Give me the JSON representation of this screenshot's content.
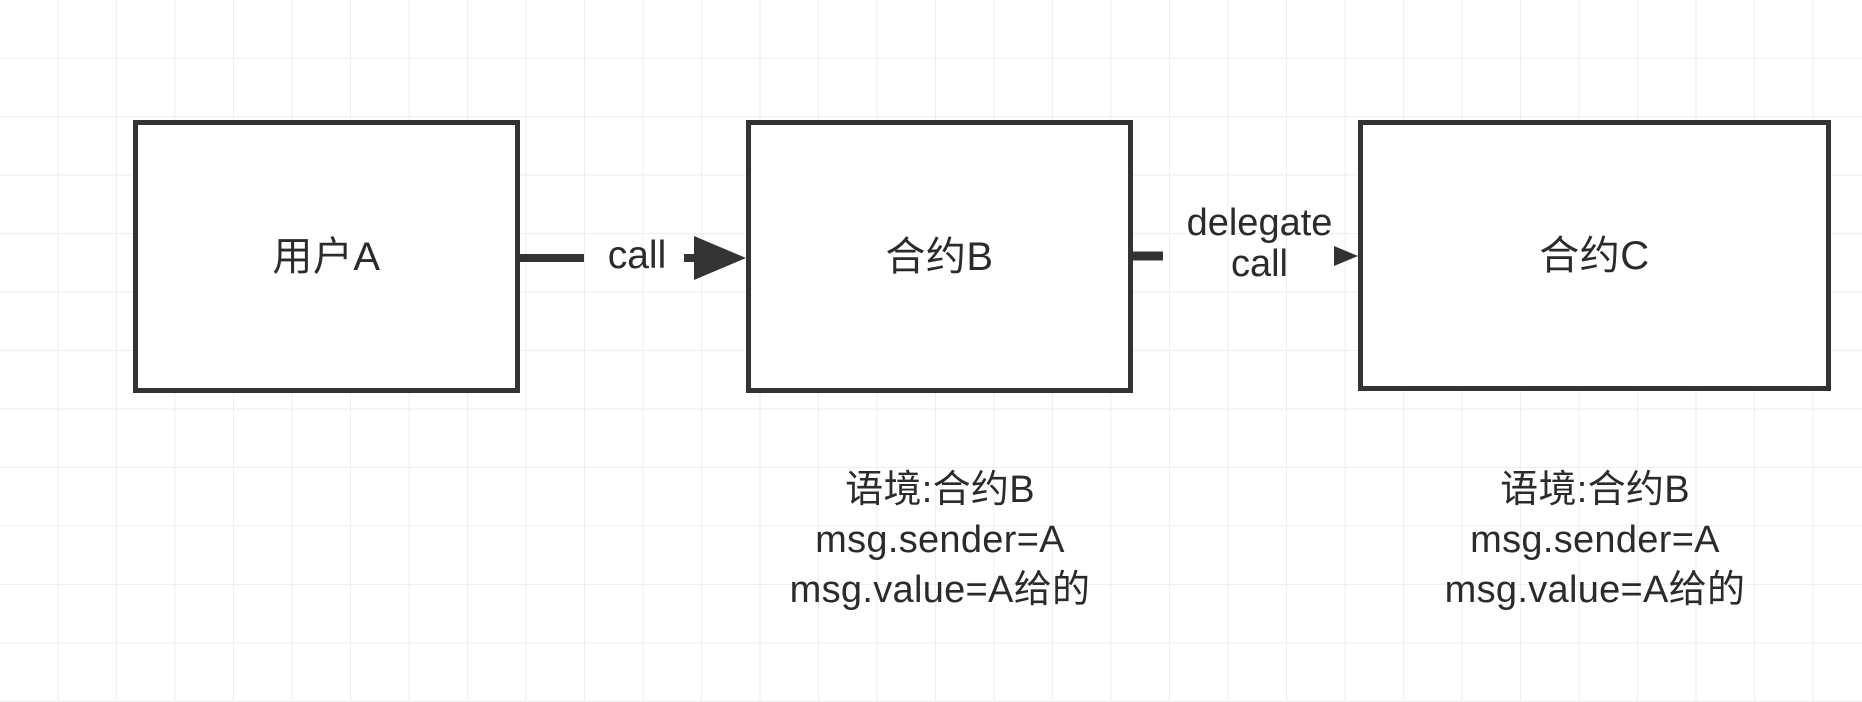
{
  "diagram": {
    "title": "call vs delegatecall context diagram",
    "background": {
      "grid_color": "#eeeeee",
      "page_color": "#ffffff"
    },
    "stroke_color": "#333333",
    "text_color": "#2b2b2b",
    "nodes": [
      {
        "id": "a",
        "label": "用户A"
      },
      {
        "id": "b",
        "label": "合约B"
      },
      {
        "id": "c",
        "label": "合约C"
      }
    ],
    "edges": [
      {
        "id": "a-to-b",
        "label": "call",
        "from": "a",
        "to": "b",
        "arrowhead": "solid-filled"
      },
      {
        "id": "b-to-c",
        "label": "delegate\ncall",
        "label_line1": "delegate",
        "label_line2": "call",
        "from": "b",
        "to": "c",
        "arrowhead": "small-filled"
      }
    ],
    "captions": [
      {
        "id": "caption-b",
        "for_node": "b",
        "lines": [
          "语境:合约B",
          "msg.sender=A",
          "msg.value=A给的"
        ]
      },
      {
        "id": "caption-c",
        "for_node": "c",
        "lines": [
          "语境:合约B",
          "msg.sender=A",
          "msg.value=A给的"
        ]
      }
    ]
  }
}
